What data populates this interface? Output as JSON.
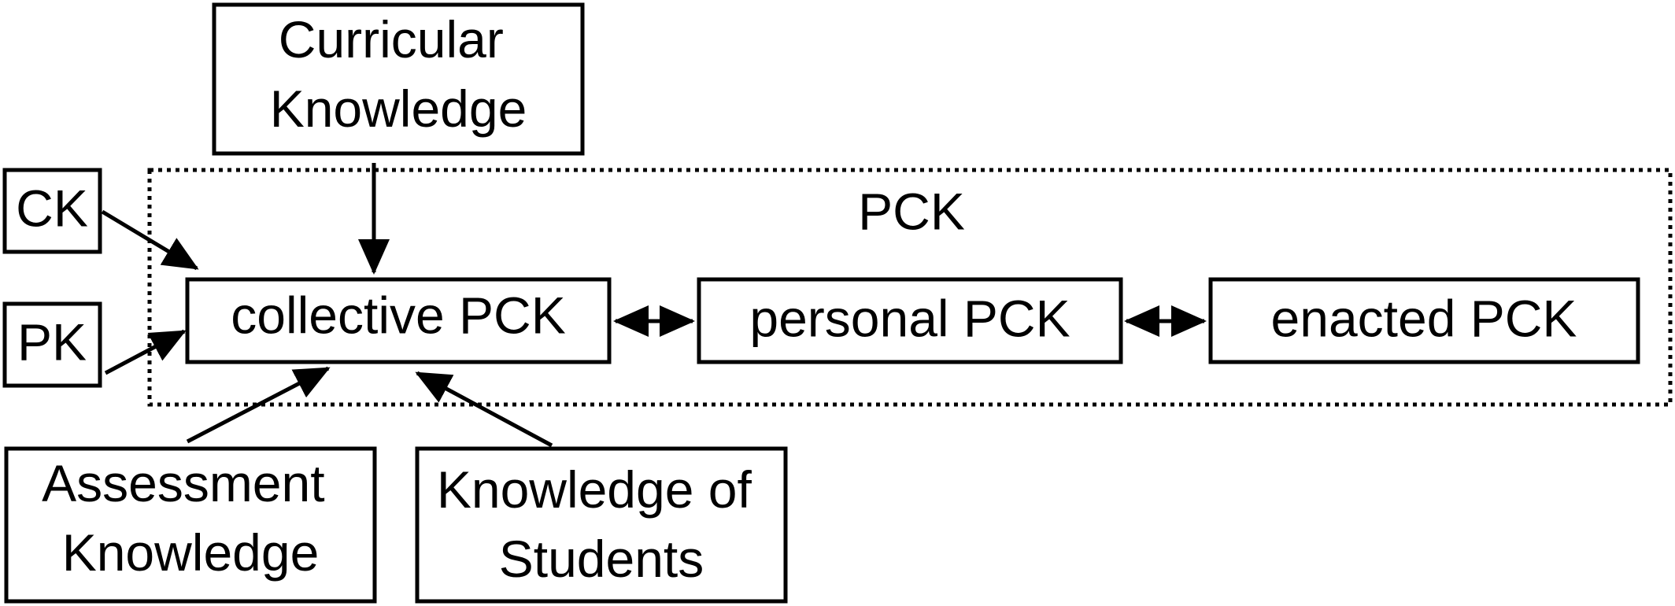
{
  "diagram": {
    "group": {
      "label": "PCK"
    },
    "nodes": {
      "curricular": {
        "lines": [
          "Curricular",
          "Knowledge"
        ]
      },
      "ck": {
        "lines": [
          "CK"
        ]
      },
      "pk": {
        "lines": [
          "PK"
        ]
      },
      "collective": {
        "lines": [
          "collective PCK"
        ]
      },
      "personal": {
        "lines": [
          "personal PCK"
        ]
      },
      "enacted": {
        "lines": [
          "enacted PCK"
        ]
      },
      "assessment": {
        "lines": [
          "Assessment",
          "Knowledge"
        ]
      },
      "students": {
        "lines": [
          "Knowledge of",
          "Students"
        ]
      }
    },
    "edges": [
      {
        "from": "curricular",
        "to": "collective",
        "direction": "forward"
      },
      {
        "from": "ck",
        "to": "collective",
        "direction": "forward"
      },
      {
        "from": "pk",
        "to": "collective",
        "direction": "forward"
      },
      {
        "from": "assessment",
        "to": "collective",
        "direction": "forward"
      },
      {
        "from": "students",
        "to": "collective",
        "direction": "forward"
      },
      {
        "from": "collective",
        "to": "personal",
        "direction": "both"
      },
      {
        "from": "personal",
        "to": "enacted",
        "direction": "both"
      }
    ]
  }
}
